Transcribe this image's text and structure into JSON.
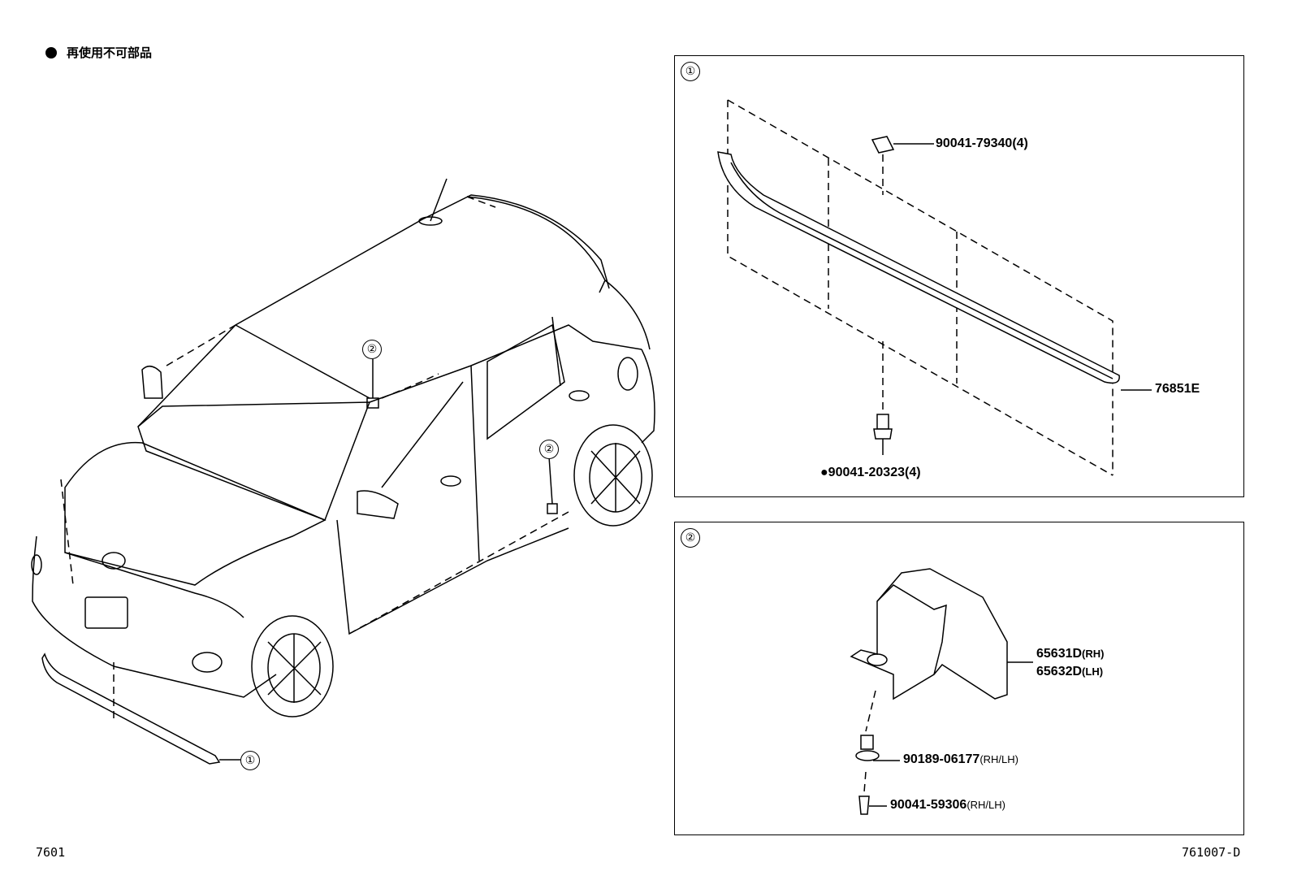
{
  "legend": {
    "symbol": "●",
    "text": "再使用不可部品"
  },
  "footer": {
    "left_code": "7601",
    "right_code": "761007-D"
  },
  "callouts": {
    "one": "①",
    "two": "②"
  },
  "panel1": {
    "label": "①",
    "parts": [
      {
        "id": "clip",
        "number": "90041-79340",
        "qty": "(4)",
        "non_reusable": false
      },
      {
        "id": "garnish",
        "number": "76851E",
        "qty": "",
        "non_reusable": false
      },
      {
        "id": "screw",
        "number": "90041-20323",
        "qty": "(4)",
        "non_reusable": true
      }
    ]
  },
  "panel2": {
    "label": "②",
    "parts": [
      {
        "id": "bracket-rh",
        "number": "65631D",
        "side": "(RH)"
      },
      {
        "id": "bracket-lh",
        "number": "65632D",
        "side": "(LH)"
      },
      {
        "id": "clip",
        "number": "90189-06177",
        "side": "(RH/LH)"
      },
      {
        "id": "screw",
        "number": "90041-59306",
        "side": "(RH/LH)"
      }
    ]
  }
}
